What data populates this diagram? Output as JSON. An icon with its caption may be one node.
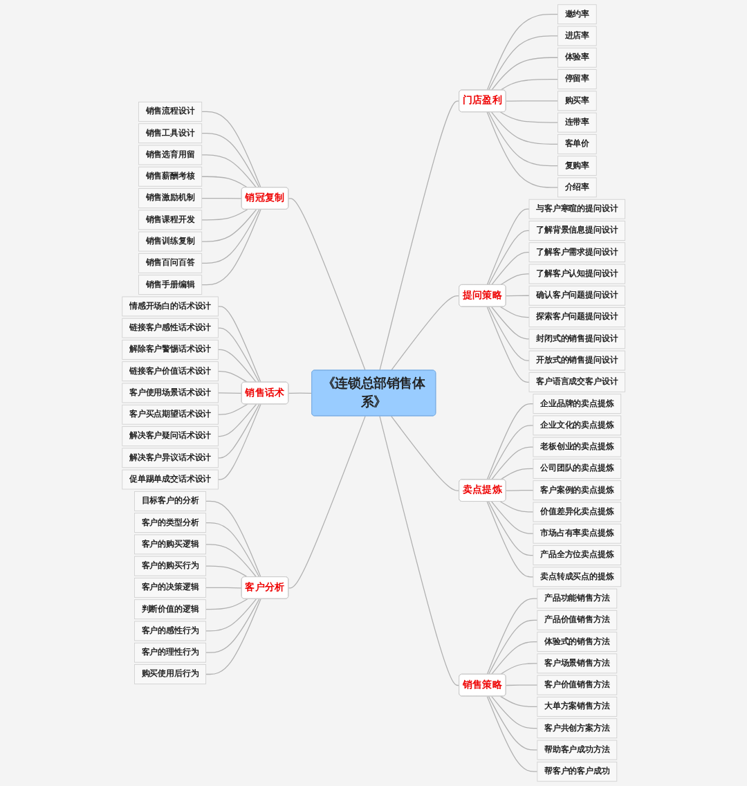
{
  "diagram": {
    "nodes": [
      {
        "text": [
          "《连锁总部销售体系》"
        ]
      },
      {
        "text": [
          "门店盈利"
        ]
      },
      {
        "text": [
          "邀约率"
        ]
      },
      {
        "text": [
          "进店率"
        ]
      },
      {
        "text": [
          "体验率"
        ]
      },
      {
        "text": [
          "停留率"
        ]
      },
      {
        "text": [
          "购买率"
        ]
      },
      {
        "text": [
          "连带率"
        ]
      },
      {
        "text": [
          "客单价"
        ]
      },
      {
        "text": [
          "复购率"
        ]
      },
      {
        "text": [
          "介绍率"
        ]
      },
      {
        "text": [
          "提问策略"
        ]
      },
      {
        "text": [
          "与客户寒暄的提问设计"
        ]
      },
      {
        "text": [
          "了解背景信息提问设计"
        ]
      },
      {
        "text": [
          "了解客户需求提问设计"
        ]
      },
      {
        "text": [
          "了解客户认知提问设计"
        ]
      },
      {
        "text": [
          "确认客户问题提问设计"
        ]
      },
      {
        "text": [
          "探索客户问题提问设计"
        ]
      },
      {
        "text": [
          "封闭式的销售提问设计"
        ]
      },
      {
        "text": [
          "开放式的销售提问设计"
        ]
      },
      {
        "text": [
          "客户语言成交客户设计"
        ]
      },
      {
        "text": [
          "卖点提炼"
        ]
      },
      {
        "text": [
          "企业品牌的卖点提炼"
        ]
      },
      {
        "text": [
          "企业文化的卖点提炼"
        ]
      },
      {
        "text": [
          "老板创业的卖点提炼"
        ]
      },
      {
        "text": [
          "公司团队的卖点提炼"
        ]
      },
      {
        "text": [
          "客户案例的卖点提炼"
        ]
      },
      {
        "text": [
          "价值差异化卖点提炼"
        ]
      },
      {
        "text": [
          "市场占有率卖点提炼"
        ]
      },
      {
        "text": [
          "产品全方位卖点提炼"
        ]
      },
      {
        "text": [
          "卖点转成买点的提炼"
        ]
      },
      {
        "text": [
          "销售策略"
        ]
      },
      {
        "text": [
          "产品功能销售方法"
        ]
      },
      {
        "text": [
          "产品价值销售方法"
        ]
      },
      {
        "text": [
          "体验式的销售方法"
        ]
      },
      {
        "text": [
          "客户场景销售方法"
        ]
      },
      {
        "text": [
          "客户价值销售方法"
        ]
      },
      {
        "text": [
          "大单方案销售方法"
        ]
      },
      {
        "text": [
          "客户共创方案方法"
        ]
      },
      {
        "text": [
          "帮助客户成功方法"
        ]
      },
      {
        "text": [
          "帮客户的客户成功"
        ]
      },
      {
        "text": [
          "销冠复制"
        ]
      },
      {
        "text": [
          "销售流程设计"
        ]
      },
      {
        "text": [
          "销售工具设计"
        ]
      },
      {
        "text": [
          "销售选育用留"
        ]
      },
      {
        "text": [
          "销售薪酬考核"
        ]
      },
      {
        "text": [
          "销售激励机制"
        ]
      },
      {
        "text": [
          "销售课程开发"
        ]
      },
      {
        "text": [
          "销售训练复制"
        ]
      },
      {
        "text": [
          "销售百问百答"
        ]
      },
      {
        "text": [
          "销售手册编辑"
        ]
      },
      {
        "text": [
          "销售话术"
        ]
      },
      {
        "text": [
          "情感开场白的话术设计"
        ]
      },
      {
        "text": [
          "链接客户感性话术设计"
        ]
      },
      {
        "text": [
          "解除客户警惕话术设计"
        ]
      },
      {
        "text": [
          "链接客户价值话术设计"
        ]
      },
      {
        "text": [
          "客户使用场景话术设计"
        ]
      },
      {
        "text": [
          "客户买点期望话术设计"
        ]
      },
      {
        "text": [
          "解决客户疑问话术设计"
        ]
      },
      {
        "text": [
          "解决客户异议话术设计"
        ]
      },
      {
        "text": [
          "促单踢单成交话术设计"
        ]
      },
      {
        "text": [
          "客户分析"
        ]
      },
      {
        "text": [
          "目标客户的分析"
        ]
      },
      {
        "text": [
          "客户的类型分析"
        ]
      },
      {
        "text": [
          "客户的购买逻辑"
        ]
      },
      {
        "text": [
          "客户的购买行为"
        ]
      },
      {
        "text": [
          "客户的决策逻辑"
        ]
      },
      {
        "text": [
          "判断价值的逻辑"
        ]
      },
      {
        "text": [
          "客户的感性行为"
        ]
      },
      {
        "text": [
          "客户的理性行为"
        ]
      },
      {
        "text": [
          "购买使用后行为"
        ]
      }
    ],
    "edges": [
      {
        "from": 0,
        "to": 1,
        "arrow": "none"
      },
      {
        "from": 1,
        "to": 2,
        "arrow": "none"
      },
      {
        "from": 1,
        "to": 3,
        "arrow": "none"
      },
      {
        "from": 1,
        "to": 4,
        "arrow": "none"
      },
      {
        "from": 1,
        "to": 5,
        "arrow": "none"
      },
      {
        "from": 1,
        "to": 6,
        "arrow": "none"
      },
      {
        "from": 1,
        "to": 7,
        "arrow": "none"
      },
      {
        "from": 1,
        "to": 8,
        "arrow": "none"
      },
      {
        "from": 1,
        "to": 9,
        "arrow": "none"
      },
      {
        "from": 1,
        "to": 10,
        "arrow": "none"
      },
      {
        "from": 0,
        "to": 11,
        "arrow": "none"
      },
      {
        "from": 11,
        "to": 12,
        "arrow": "none"
      },
      {
        "from": 11,
        "to": 13,
        "arrow": "none"
      },
      {
        "from": 11,
        "to": 14,
        "arrow": "none"
      },
      {
        "from": 11,
        "to": 15,
        "arrow": "none"
      },
      {
        "from": 11,
        "to": 16,
        "arrow": "none"
      },
      {
        "from": 11,
        "to": 17,
        "arrow": "none"
      },
      {
        "from": 11,
        "to": 18,
        "arrow": "none"
      },
      {
        "from": 11,
        "to": 19,
        "arrow": "none"
      },
      {
        "from": 11,
        "to": 20,
        "arrow": "none"
      },
      {
        "from": 0,
        "to": 21,
        "arrow": "none"
      },
      {
        "from": 21,
        "to": 22,
        "arrow": "none"
      },
      {
        "from": 21,
        "to": 23,
        "arrow": "none"
      },
      {
        "from": 21,
        "to": 24,
        "arrow": "none"
      },
      {
        "from": 21,
        "to": 25,
        "arrow": "none"
      },
      {
        "from": 21,
        "to": 26,
        "arrow": "none"
      },
      {
        "from": 21,
        "to": 27,
        "arrow": "none"
      },
      {
        "from": 21,
        "to": 28,
        "arrow": "none"
      },
      {
        "from": 21,
        "to": 29,
        "arrow": "none"
      },
      {
        "from": 21,
        "to": 30,
        "arrow": "none"
      },
      {
        "from": 0,
        "to": 31,
        "arrow": "none"
      },
      {
        "from": 31,
        "to": 32,
        "arrow": "none"
      },
      {
        "from": 31,
        "to": 33,
        "arrow": "none"
      },
      {
        "from": 31,
        "to": 34,
        "arrow": "none"
      },
      {
        "from": 31,
        "to": 35,
        "arrow": "none"
      },
      {
        "from": 31,
        "to": 36,
        "arrow": "none"
      },
      {
        "from": 31,
        "to": 37,
        "arrow": "none"
      },
      {
        "from": 31,
        "to": 38,
        "arrow": "none"
      },
      {
        "from": 31,
        "to": 39,
        "arrow": "none"
      },
      {
        "from": 31,
        "to": 40,
        "arrow": "none"
      },
      {
        "from": 0,
        "to": 41,
        "arrow": "none"
      },
      {
        "from": 41,
        "to": 42,
        "arrow": "none"
      },
      {
        "from": 41,
        "to": 43,
        "arrow": "none"
      },
      {
        "from": 41,
        "to": 44,
        "arrow": "none"
      },
      {
        "from": 41,
        "to": 45,
        "arrow": "none"
      },
      {
        "from": 41,
        "to": 46,
        "arrow": "none"
      },
      {
        "from": 41,
        "to": 47,
        "arrow": "none"
      },
      {
        "from": 41,
        "to": 48,
        "arrow": "none"
      },
      {
        "from": 41,
        "to": 49,
        "arrow": "none"
      },
      {
        "from": 41,
        "to": 50,
        "arrow": "none"
      },
      {
        "from": 0,
        "to": 51,
        "arrow": "none"
      },
      {
        "from": 51,
        "to": 52,
        "arrow": "none"
      },
      {
        "from": 51,
        "to": 53,
        "arrow": "none"
      },
      {
        "from": 51,
        "to": 54,
        "arrow": "none"
      },
      {
        "from": 51,
        "to": 55,
        "arrow": "none"
      },
      {
        "from": 51,
        "to": 56,
        "arrow": "none"
      },
      {
        "from": 51,
        "to": 57,
        "arrow": "none"
      },
      {
        "from": 51,
        "to": 58,
        "arrow": "none"
      },
      {
        "from": 51,
        "to": 59,
        "arrow": "none"
      },
      {
        "from": 51,
        "to": 60,
        "arrow": "none"
      },
      {
        "from": 0,
        "to": 61,
        "arrow": "none"
      },
      {
        "from": 61,
        "to": 62,
        "arrow": "none"
      },
      {
        "from": 61,
        "to": 63,
        "arrow": "none"
      },
      {
        "from": 61,
        "to": 64,
        "arrow": "none"
      },
      {
        "from": 61,
        "to": 65,
        "arrow": "none"
      },
      {
        "from": 61,
        "to": 66,
        "arrow": "none"
      },
      {
        "from": 61,
        "to": 67,
        "arrow": "none"
      },
      {
        "from": 61,
        "to": 68,
        "arrow": "none"
      },
      {
        "from": 61,
        "to": 69,
        "arrow": "none"
      },
      {
        "from": 61,
        "to": 70,
        "arrow": "none"
      }
    ]
  }
}
